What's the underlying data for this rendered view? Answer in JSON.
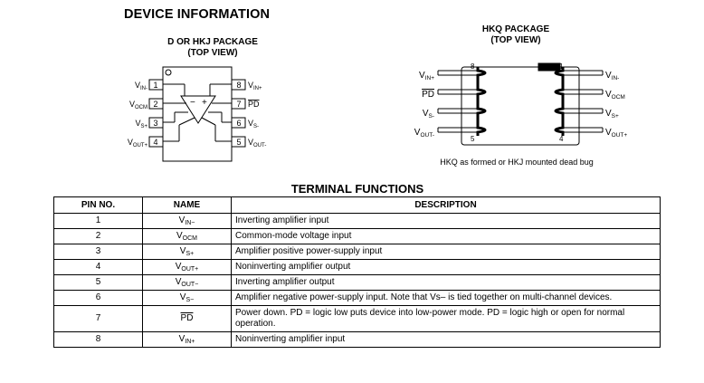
{
  "device_info": {
    "title": "DEVICE INFORMATION",
    "pkg_a": {
      "line1": "D OR HKJ PACKAGE",
      "line2": "(TOP VIEW)"
    },
    "pkg_b": {
      "line1": "HKQ PACKAGE",
      "line2": "(TOP VIEW)"
    },
    "pkg_a_pins": [
      {
        "num": "1",
        "base": "V",
        "sub": "IN-"
      },
      {
        "num": "2",
        "base": "V",
        "sub": "OCM"
      },
      {
        "num": "3",
        "base": "V",
        "sub": "S+"
      },
      {
        "num": "4",
        "base": "V",
        "sub": "OUT+"
      },
      {
        "num": "5",
        "base": "V",
        "sub": "OUT-"
      },
      {
        "num": "6",
        "base": "V",
        "sub": "S-"
      },
      {
        "num": "7",
        "base": "PD",
        "sub": ""
      },
      {
        "num": "8",
        "base": "V",
        "sub": "IN+"
      }
    ],
    "amp_minus": "−",
    "amp_plus": "+",
    "hkq_left": [
      {
        "base": "V",
        "sub": "IN+"
      },
      {
        "base": "PD",
        "sub": ""
      },
      {
        "base": "V",
        "sub": "S-"
      },
      {
        "base": "V",
        "sub": "OUT-"
      }
    ],
    "hkq_right": [
      {
        "base": "V",
        "sub": "IN-"
      },
      {
        "base": "V",
        "sub": "OCM"
      },
      {
        "base": "V",
        "sub": "S+"
      },
      {
        "base": "V",
        "sub": "OUT+"
      }
    ],
    "hkq_corner_pins": {
      "top_left": "8",
      "bottom_left": "5",
      "top_right": "1",
      "bottom_right": "4"
    },
    "caption": "HKQ as formed or HKJ mounted dead bug"
  },
  "terminal": {
    "title": "TERMINAL FUNCTIONS",
    "headers": [
      "PIN NO.",
      "NAME",
      "DESCRIPTION"
    ],
    "rows": [
      {
        "pin": "1",
        "base": "V",
        "sub": "IN−",
        "desc": "Inverting amplifier input"
      },
      {
        "pin": "2",
        "base": "V",
        "sub": "OCM",
        "desc": "Common-mode voltage input"
      },
      {
        "pin": "3",
        "base": "V",
        "sub": "S+",
        "desc": "Amplifier positive power-supply input"
      },
      {
        "pin": "4",
        "base": "V",
        "sub": "OUT+",
        "desc": "Noninverting amplifier output"
      },
      {
        "pin": "5",
        "base": "V",
        "sub": "OUT−",
        "desc": "Inverting amplifier output"
      },
      {
        "pin": "6",
        "base": "V",
        "sub": "S−",
        "desc": "Amplifier negative power-supply input. Note that Vs– is tied together on multi-channel devices."
      },
      {
        "pin": "7",
        "base": "PD",
        "sub": "",
        "desc": "Power down. PD = logic low puts device into low-power mode. PD = logic high or open for normal operation."
      },
      {
        "pin": "8",
        "base": "V",
        "sub": "IN+",
        "desc": "Noninverting amplifier input"
      }
    ]
  }
}
